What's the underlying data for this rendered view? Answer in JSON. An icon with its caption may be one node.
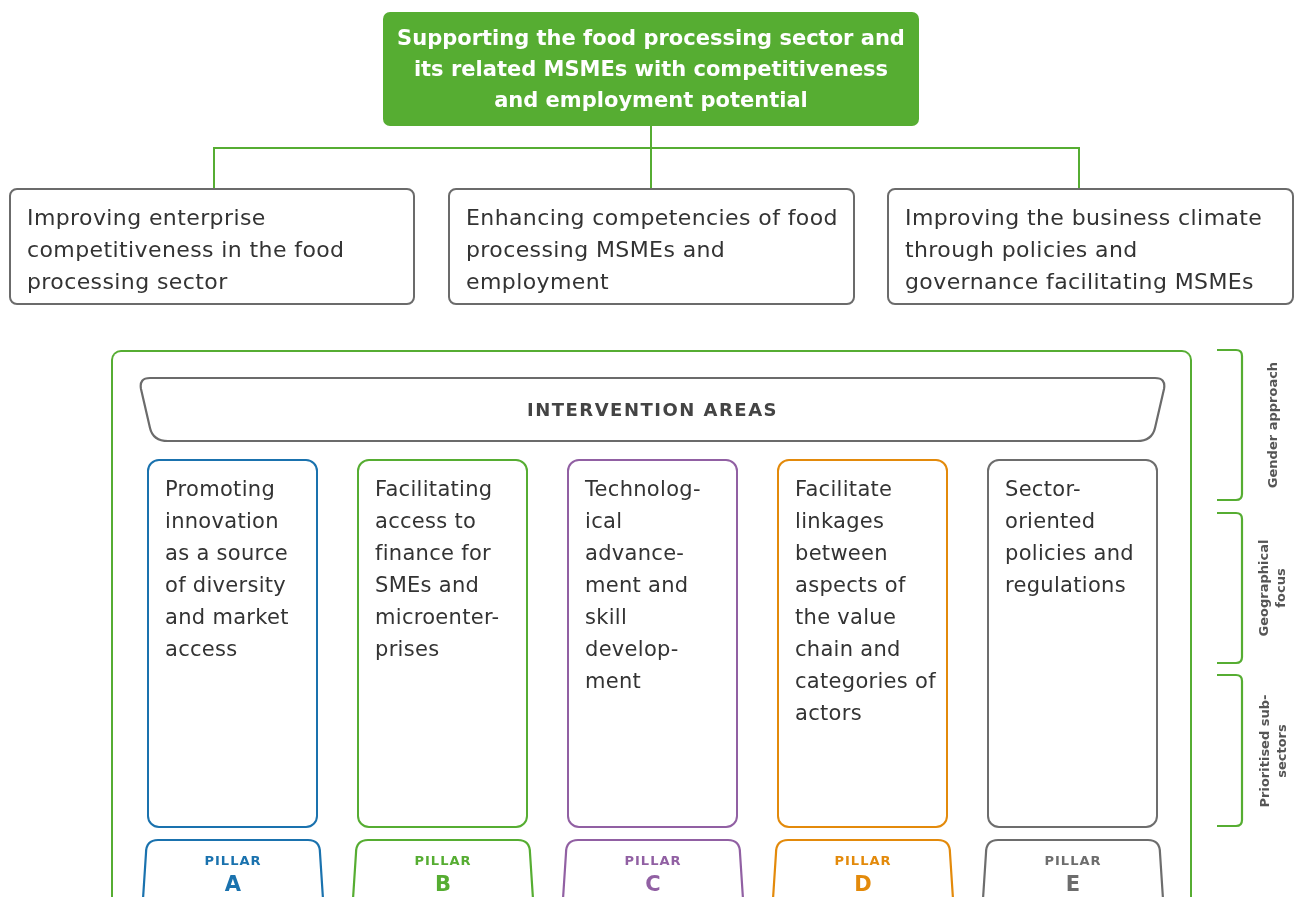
{
  "diagram": {
    "nodes": [
      {
        "text": [
          "Supporting the food processing sector and its related MSMEs with competitiveness and employment potential"
        ]
      },
      {
        "text": [
          "Improving enterprise competitiveness in the food processing sector"
        ]
      },
      {
        "text": [
          "Enhancing competencies of food processing MSMEs and employment"
        ]
      },
      {
        "text": [
          "Improving the business climate through policies and governance facilitating MSMEs"
        ]
      },
      {
        "text": [],
        "shape": "box"
      },
      {
        "text": [
          "INTERVENTION AREAS"
        ],
        "in": 4
      },
      {
        "text": [
          "Promoting innovation as a source of diversity and market access"
        ],
        "in": 4
      },
      {
        "text": [
          "Facilitating access to finance for SMEs and microenter- prises"
        ],
        "in": 4
      },
      {
        "text": [
          "Technolog- ical advance- ment and skill develop- ment"
        ],
        "in": 4
      },
      {
        "text": [
          "Facilitate linkages between aspects of the value chain and categories of actors"
        ],
        "in": 4
      },
      {
        "text": [
          "Sector- oriented policies and regulations"
        ],
        "in": 4
      },
      {
        "text": [
          "PILLAR",
          "A"
        ],
        "in": 4
      },
      {
        "text": [
          "PILLAR",
          "B"
        ],
        "in": 4
      },
      {
        "text": [
          "PILLAR",
          "C"
        ],
        "in": 4
      },
      {
        "text": [
          "PILLAR",
          "D"
        ],
        "in": 4
      },
      {
        "text": [
          "PILLAR",
          "E"
        ],
        "in": 4
      }
    ],
    "edges": [
      {
        "from": 0,
        "to": 1,
        "arrow": "none"
      },
      {
        "from": 0,
        "to": 2,
        "arrow": "none"
      },
      {
        "from": 0,
        "to": 3,
        "arrow": "none"
      }
    ],
    "labels": [
      "Gender approach",
      "Geographical focus",
      "Prioritised sub-sectors"
    ]
  }
}
